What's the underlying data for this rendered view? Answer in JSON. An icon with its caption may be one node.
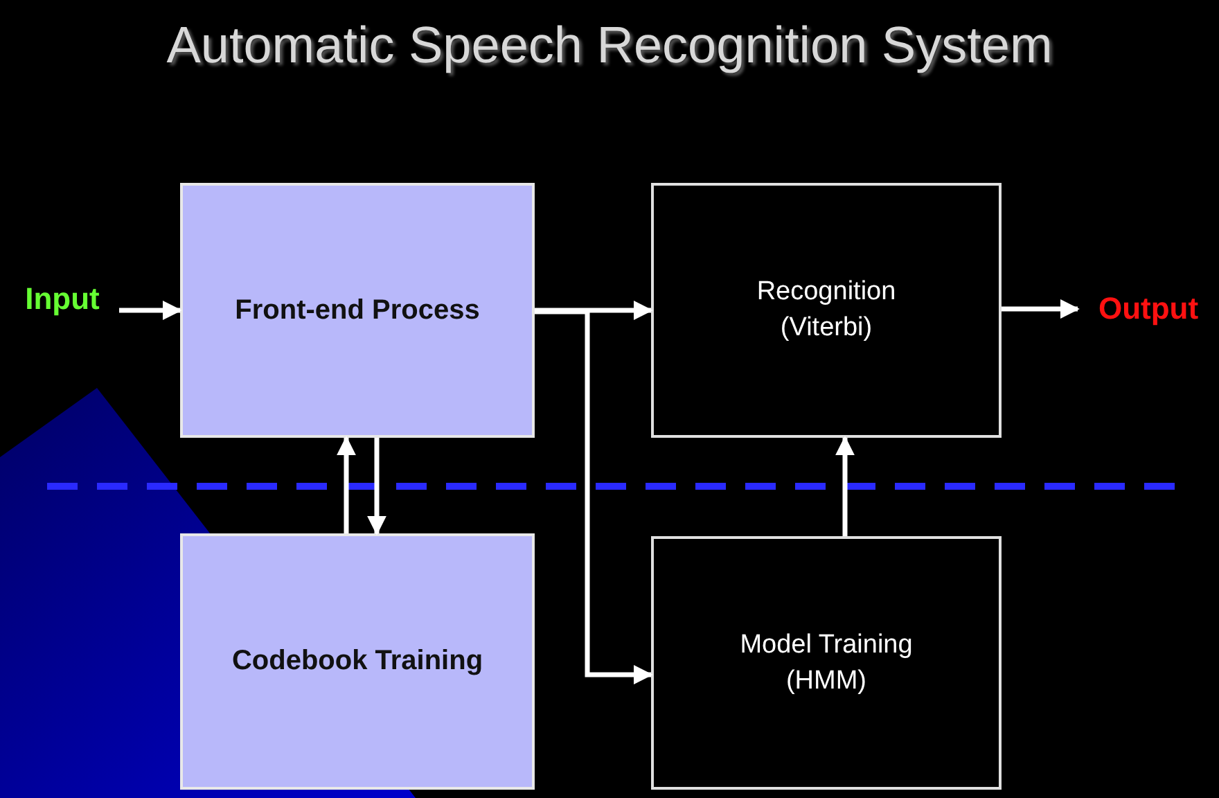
{
  "diagram": {
    "title": "Automatic Speech Recognition System",
    "nodes": [
      {
        "text": [
          "Input"
        ]
      },
      {
        "text": [
          "Front-end Process"
        ]
      },
      {
        "text": [
          "Recognition (Viterbi)"
        ]
      },
      {
        "text": [
          "Output"
        ]
      },
      {
        "text": [
          "Codebook Training"
        ]
      },
      {
        "text": [
          "Model Training (HMM)"
        ]
      }
    ],
    "edges": [
      {
        "from": 0,
        "to": 1,
        "arrow": "to"
      },
      {
        "from": 1,
        "to": 2,
        "arrow": "to"
      },
      {
        "from": 1,
        "to": 5,
        "arrow": "to"
      },
      {
        "from": 2,
        "to": 3,
        "arrow": "to"
      },
      {
        "from": 4,
        "to": 1,
        "arrow": "to"
      },
      {
        "from": 1,
        "to": 4,
        "arrow": "to"
      },
      {
        "from": 5,
        "to": 2,
        "arrow": "to"
      }
    ]
  }
}
